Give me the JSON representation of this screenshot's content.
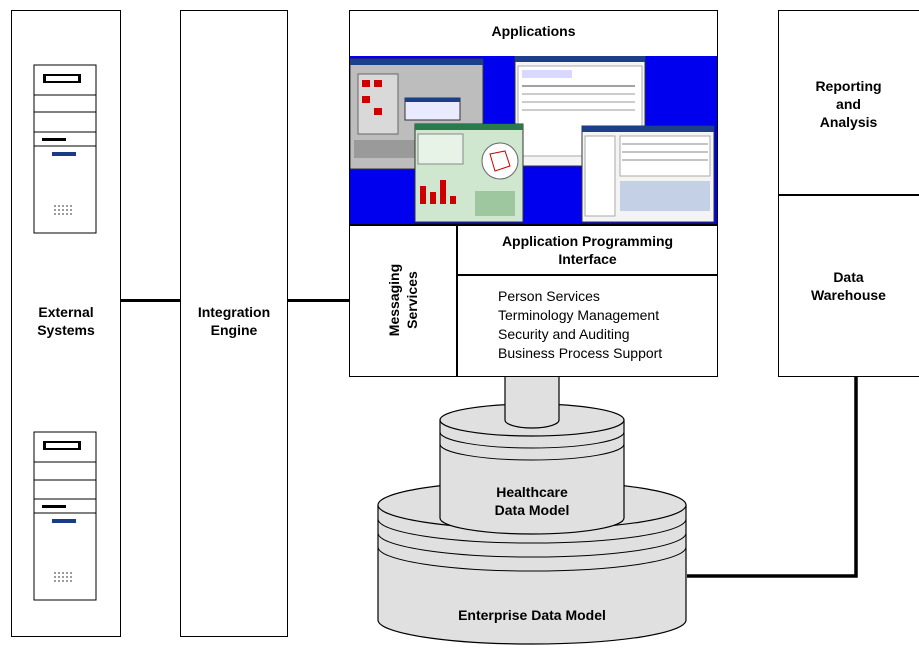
{
  "external_systems": {
    "label": "External\nSystems"
  },
  "integration_engine": {
    "label": "Integration\nEngine"
  },
  "applications": {
    "title": "Applications"
  },
  "messaging": {
    "label": "Messaging\nServices"
  },
  "api": {
    "title": "Application Programming\nInterface",
    "services": [
      "Person Services",
      "Terminology Management",
      "Security and Auditing",
      "Business Process Support"
    ]
  },
  "reporting": {
    "label": "Reporting\nand\nAnalysis"
  },
  "warehouse": {
    "label": "Data\nWarehouse"
  },
  "healthcare_model": {
    "label": "Healthcare\nData Model"
  },
  "enterprise_model": {
    "label": "Enterprise Data Model"
  },
  "colors": {
    "app_background": "#0000ee",
    "cylinder_fill": "#e0e0e0"
  }
}
